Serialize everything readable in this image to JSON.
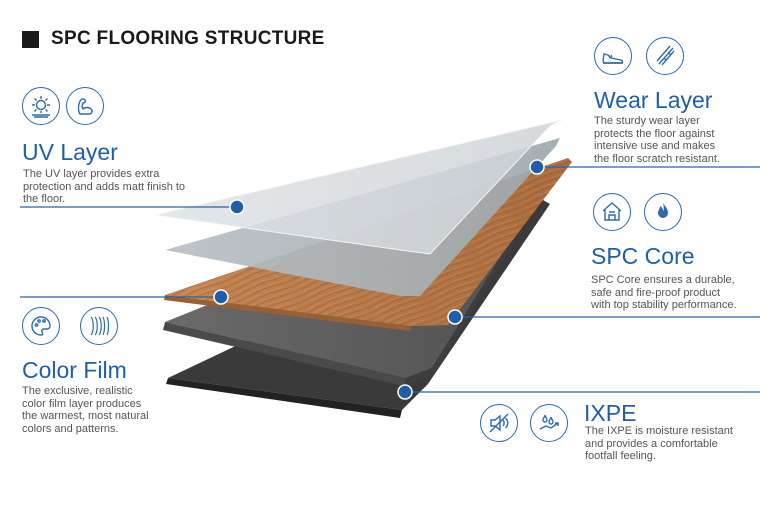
{
  "title": "SPC FLOORING STRUCTURE",
  "colors": {
    "accent": "#1f5fa8",
    "leader": "#2a62a8",
    "text": "#555555",
    "uv": "#d3d8dc",
    "wear": "#a9b3b8",
    "film": "#b77a4b",
    "core": "#5c5c5c",
    "ixpe": "#3a3a3a"
  },
  "layers": {
    "uv": {
      "name": "UV Layer",
      "desc": [
        "The UV layer provides extra",
        "protection and adds matt finish to",
        "the floor."
      ],
      "icons": [
        "sun-icon",
        "flexed-arm-icon"
      ]
    },
    "wear": {
      "name": "Wear Layer",
      "desc": [
        "The sturdy wear layer",
        "protects the floor against",
        "intensive use and makes",
        "the floor scratch resistant."
      ],
      "icons": [
        "sneaker-icon",
        "scratch-icon"
      ]
    },
    "film": {
      "name": "Color Film",
      "desc": [
        "The exclusive, realistic",
        "color film layer produces",
        "the warmest, most natural",
        "colors and patterns."
      ],
      "icons": [
        "palette-icon",
        "wood-grain-icon"
      ]
    },
    "core": {
      "name": "SPC Core",
      "desc": [
        "SPC Core ensures a durable,",
        "safe and fire-proof product",
        "with top stability performance."
      ],
      "icons": [
        "house-icon",
        "flame-icon"
      ]
    },
    "ixpe": {
      "name": "IXPE",
      "desc": [
        "The IXPE is moisture resistant",
        "and provides a comfortable",
        "footfall feeling."
      ],
      "icons": [
        "mute-icon",
        "moisture-icon"
      ]
    }
  }
}
